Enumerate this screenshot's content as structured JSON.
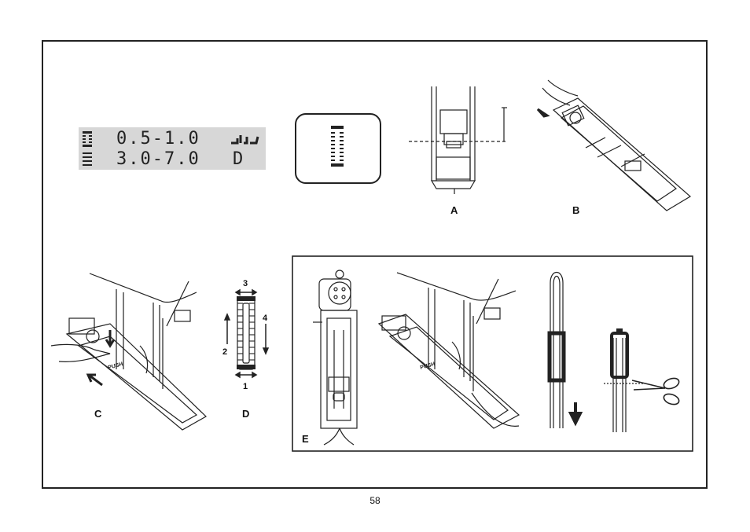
{
  "display": {
    "row1": {
      "length_range": "0.5-1.0"
    },
    "row2": {
      "length_range": "3.0-7.0",
      "mode": "D"
    }
  },
  "figures": {
    "a": "A",
    "b": "B",
    "c": "C",
    "d": "D",
    "e": "E"
  },
  "figure_b_part": {
    "push_label": "PUSH"
  },
  "figure_d_steps": {
    "s1": "1",
    "s2": "2",
    "s3": "3",
    "s4": "4"
  },
  "icons": {
    "buttonhole_stitch": "buttonhole-stitch-icon",
    "presser_foot": "buttonhole-foot-icon",
    "scissors": "scissors-icon",
    "arrow": "arrow-icon"
  },
  "colors": {
    "line": "#222222",
    "lcd_bg": "#d7d7d7"
  },
  "page_number": "58"
}
